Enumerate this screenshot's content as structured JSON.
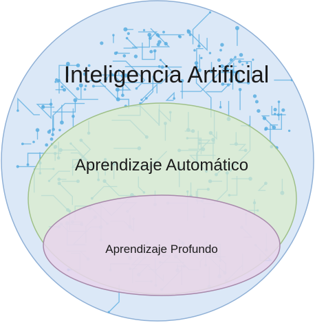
{
  "diagram": {
    "outer_label": "Inteligencia Artificial",
    "middle_label": "Aprendizaje Automático",
    "inner_label": "Aprendizaje Profundo"
  },
  "colors": {
    "outer_fill": "#dbe8f7",
    "outer_stroke": "#8fb0d6",
    "middle_fill": "#d9ecca",
    "middle_stroke": "#9fc089",
    "inner_fill": "#e8d5ec",
    "inner_stroke": "#a789aa",
    "circuit": "#5aaee0"
  }
}
